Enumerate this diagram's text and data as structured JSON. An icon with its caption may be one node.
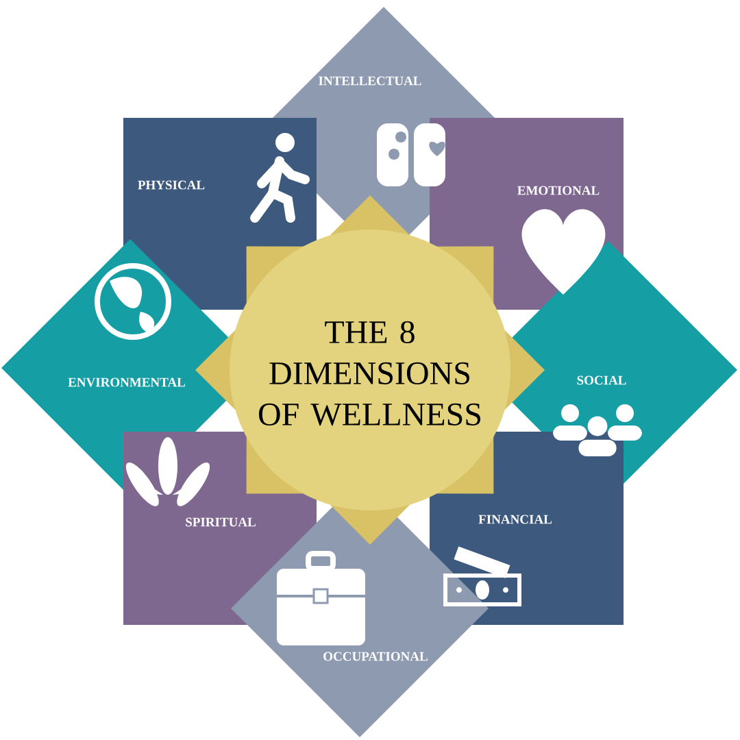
{
  "diagram": {
    "nodes": [
      {
        "text": [
          "THE 8 DIMENSIONS OF WELLNESS"
        ]
      },
      {
        "text": [
          "INTELLECTUAL"
        ]
      },
      {
        "text": [
          "PHYSICAL"
        ]
      },
      {
        "text": [
          "EMOTIONAL"
        ]
      },
      {
        "text": [
          "ENVIRONMENTAL"
        ]
      },
      {
        "text": [
          "SOCIAL"
        ]
      },
      {
        "text": [
          "SPIRITUAL"
        ]
      },
      {
        "text": [
          "FINANCIAL"
        ]
      },
      {
        "text": [
          "OCCUPATIONAL"
        ]
      }
    ]
  }
}
